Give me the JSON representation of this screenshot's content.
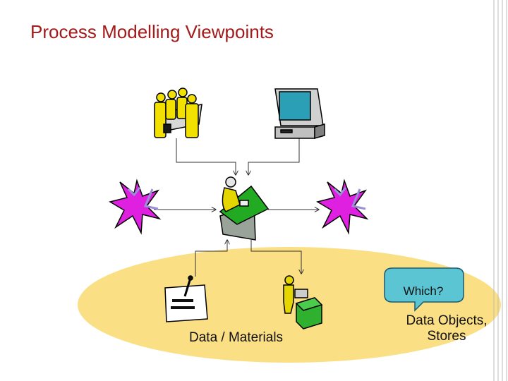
{
  "slide": {
    "title": "Process Modelling Viewpoints",
    "labels": {
      "data_materials": "Data / Materials",
      "data_objects_line1": "Data Objects,",
      "data_objects_line2": "Stores",
      "which": "Which?"
    }
  },
  "colors": {
    "title": "#a21a1a",
    "ellipse": "#fbdf85",
    "which_bubble": "#5cc5d4",
    "burst": "#e020e0",
    "desk": "#1fa81f",
    "person": "#e6d600",
    "computer": "#2b9fb5"
  },
  "icons": [
    "people-meeting-icon",
    "computer-icon",
    "burst-left-icon",
    "worker-at-desk-icon",
    "burst-right-icon",
    "document-pen-icon",
    "person-with-box-icon"
  ]
}
